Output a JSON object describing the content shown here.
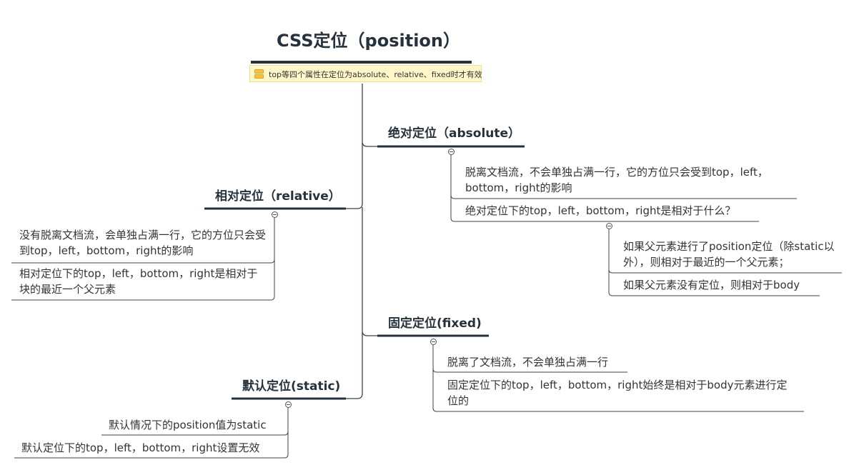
{
  "root": {
    "title": "CSS定位（position）",
    "note": "top等四个属性在定位为absolute、relative、fixed时才有效"
  },
  "absolute": {
    "title": "绝对定位（absolute）",
    "leaf1": "脱离文档流，不会单独占满一行，它的方位只会受到top，left，bottom，right的影响",
    "leaf2": "绝对定位下的top，left，bottom，right是相对于什么？",
    "sub": {
      "leaf1": "如果父元素进行了position定位（除static以外），则相对于最近的一个父元素；",
      "leaf2": "如果父元素没有定位，则相对于body"
    }
  },
  "relative": {
    "title": "相对定位（relative）",
    "leaf1": "没有脱离文档流，会单独占满一行，它的方位只会受到top，left，bottom，right的影响",
    "leaf2": "相对定位下的top，left，bottom，right是相对于块的最近一个父元素"
  },
  "fixed": {
    "title": "固定定位(fixed)",
    "leaf1": "脱离了文档流，不会单独占满一行",
    "leaf2": "固定定位下的top，left，bottom，right始终是相对于body元素进行定位的"
  },
  "static": {
    "title": "默认定位(static)",
    "leaf1": "默认情况下的position值为static",
    "leaf2": "默认定位下的top，left，bottom，right设置无效"
  },
  "colors": {
    "line": "#3b4450",
    "underline": "#26313b",
    "note_bg": "#fff7c8"
  }
}
